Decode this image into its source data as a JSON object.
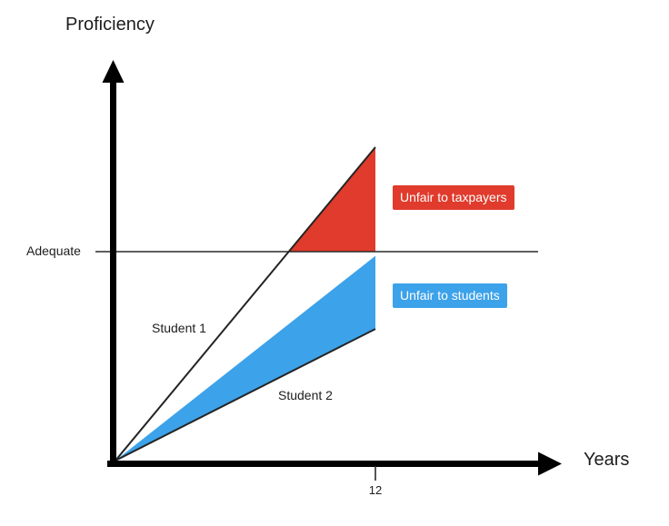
{
  "figure": {
    "y_axis_label": "Proficiency",
    "x_axis_label": "Years",
    "adequate_label": "Adequate",
    "tick_label": "12"
  },
  "colors": {
    "red": "#e03b2c",
    "blue": "#3ca2e9",
    "axis": "#000000",
    "line": "#242424",
    "text": "#1d1d1f",
    "background": "#ffffff"
  },
  "chart_data": {
    "type": "line",
    "title": "",
    "xlabel": "Years",
    "ylabel": "Proficiency",
    "x_range": [
      0,
      12
    ],
    "x_ticks": [
      12
    ],
    "y_unit": "proficiency relative to adequate = 1.0",
    "grid": false,
    "reference_lines": [
      {
        "label": "Adequate",
        "y": 1.0
      }
    ],
    "series": [
      {
        "name": "student-1",
        "label": "Student 1",
        "points": [
          [
            0,
            0
          ],
          [
            12,
            1.5
          ]
        ]
      },
      {
        "name": "student-2",
        "label": "Student 2",
        "points": [
          [
            0,
            0
          ],
          [
            12,
            0.63
          ]
        ]
      }
    ],
    "regions": [
      {
        "name": "unfair-to-taxpayers",
        "label": "Unfair to taxpayers",
        "color": "#e03b2c",
        "points": [
          [
            8,
            1.0
          ],
          [
            12,
            1.5
          ],
          [
            12,
            1.0
          ]
        ]
      },
      {
        "name": "unfair-to-students",
        "label": "Unfair to students",
        "color": "#3ca2e9",
        "points": [
          [
            0,
            0
          ],
          [
            12,
            0.98
          ],
          [
            12,
            0.63
          ]
        ]
      }
    ]
  }
}
